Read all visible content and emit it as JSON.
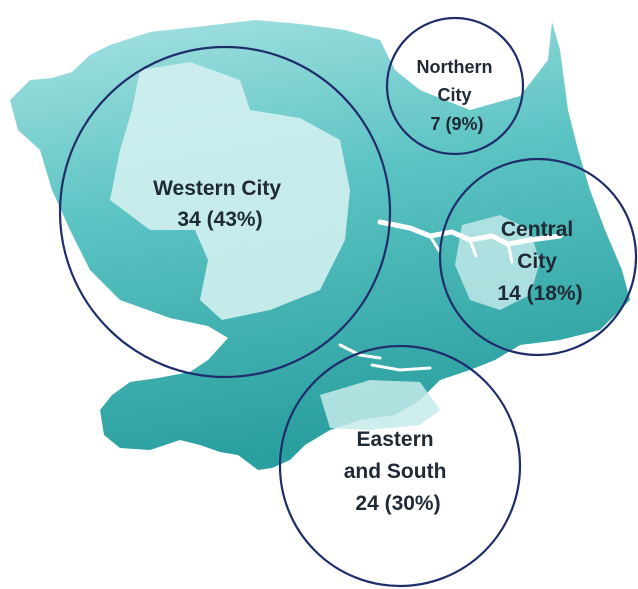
{
  "colors": {
    "region_fill_light": "#c9ecec",
    "region_fill_mid": "#63c4c4",
    "region_fill_dark": "#2aa1a1",
    "circle_stroke": "#1f2d6b",
    "label_text": "#1f2a36"
  },
  "regions": [
    {
      "id": "western",
      "lines": [
        "Western City",
        "34 (43%)"
      ],
      "count": 34,
      "percent": 43
    },
    {
      "id": "northern",
      "lines": [
        "Northern",
        "City",
        "7 (9%)"
      ],
      "count": 7,
      "percent": 9
    },
    {
      "id": "central",
      "lines": [
        "Central",
        "City",
        "14 (18%)"
      ],
      "count": 14,
      "percent": 18
    },
    {
      "id": "eastern",
      "lines": [
        "Eastern",
        "and South",
        "24 (30%)"
      ],
      "count": 24,
      "percent": 30
    }
  ]
}
